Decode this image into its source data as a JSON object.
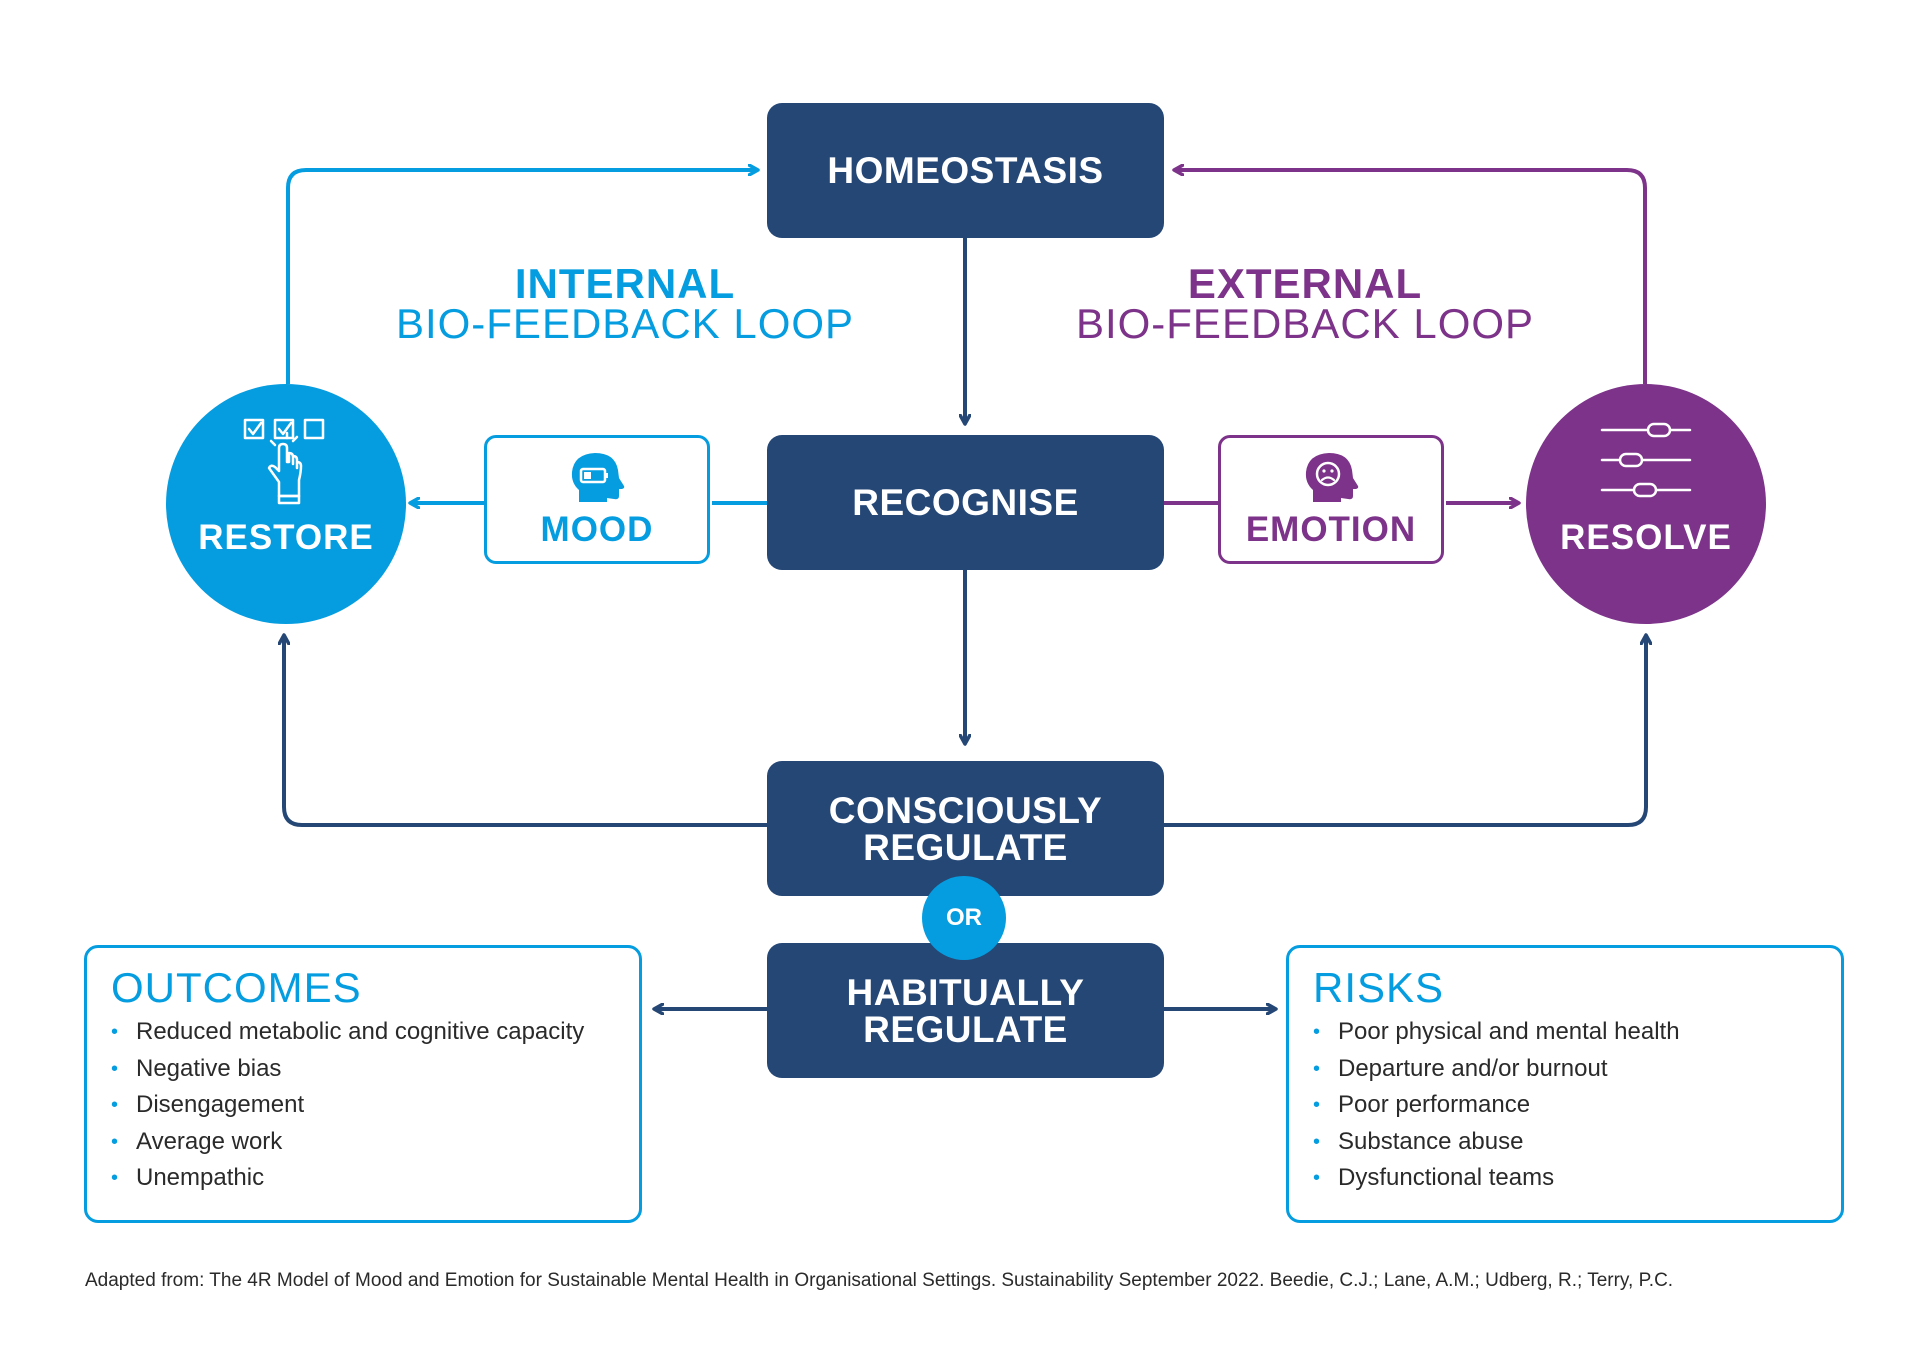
{
  "colors": {
    "navy": "#254776",
    "internal_blue": "#059de0",
    "external_purple": "#7c3389",
    "text": "#2a2a2a"
  },
  "boxes": {
    "homeostasis": "HOMEOSTASIS",
    "recognise": "RECOGNISE",
    "consciously_line1": "CONSCIOUSLY",
    "consciously_line2": "REGULATE",
    "habitually_line1": "HABITUALLY",
    "habitually_line2": "REGULATE"
  },
  "or_label": "OR",
  "internal_loop": {
    "strong": "INTERNAL",
    "light": "BIO-FEEDBACK LOOP"
  },
  "external_loop": {
    "strong": "EXTERNAL",
    "light": "BIO-FEEDBACK LOOP"
  },
  "restore": {
    "label": "RESTORE",
    "icon": "checklist-pointer-icon"
  },
  "resolve": {
    "label": "RESOLVE",
    "icon": "sliders-icon"
  },
  "mood": {
    "label": "MOOD",
    "icon": "head-battery-icon"
  },
  "emotion": {
    "label": "EMOTION",
    "icon": "head-sad-face-icon"
  },
  "outcomes": {
    "title": "OUTCOMES",
    "items": [
      "Reduced metabolic and cognitive capacity",
      "Negative bias",
      "Disengagement",
      "Average work",
      "Unempathic"
    ]
  },
  "risks": {
    "title": "RISKS",
    "items": [
      "Poor physical and mental health",
      "Departure and/or burnout",
      "Poor performance",
      "Substance abuse",
      "Dysfunctional teams"
    ]
  },
  "source": "Adapted from: The 4R Model of Mood and Emotion for Sustainable Mental Health in Organisational Settings. Sustainability September 2022. Beedie, C.J.; Lane, A.M.; Udberg, R.; Terry, P.C."
}
